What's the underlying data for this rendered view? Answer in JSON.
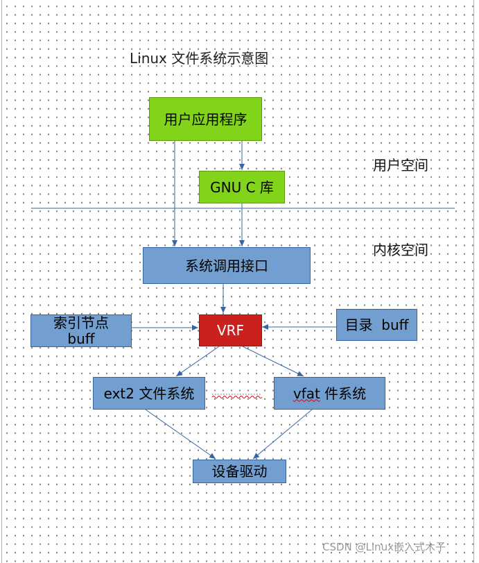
{
  "diagram": {
    "title": "Linux 文件系统示意图",
    "regions": {
      "user_space": "用户空间",
      "kernel_space": "内核空间"
    },
    "nodes": {
      "user_app": "用户应用程序",
      "glibc": "GNU C 库",
      "syscall": "系统调用接口",
      "inode_buff_line1": "索引节点",
      "inode_buff_line2": "buff",
      "vrf": "VRF",
      "dir_buff": "目录  buff",
      "ext2": "ext2 文件系统",
      "vfat_prefix": "vfat",
      "vfat_suffix": " 件系统",
      "driver": "设备驱动"
    },
    "edges": [
      {
        "from": "用户应用程序",
        "to": "GNU C 库"
      },
      {
        "from": "用户应用程序",
        "to": "系统调用接口"
      },
      {
        "from": "GNU C 库",
        "to": "系统调用接口"
      },
      {
        "from": "系统调用接口",
        "to": "VRF"
      },
      {
        "from": "索引节点 buff",
        "to": "VRF"
      },
      {
        "from": "目录 buff",
        "to": "VRF"
      },
      {
        "from": "VRF",
        "to": "ext2 文件系统"
      },
      {
        "from": "VRF",
        "to": "vfat 件系统"
      },
      {
        "from": "ext2 文件系统",
        "to": "设备驱动"
      },
      {
        "from": "vfat 件系统",
        "to": "设备驱动"
      }
    ],
    "colors": {
      "user_box": "#81d41a",
      "kernel_box": "#729fcf",
      "vrf_box": "#c9211e",
      "connector": "#3465a4"
    }
  },
  "watermark": "CSDN @Linux嵌入式木子"
}
